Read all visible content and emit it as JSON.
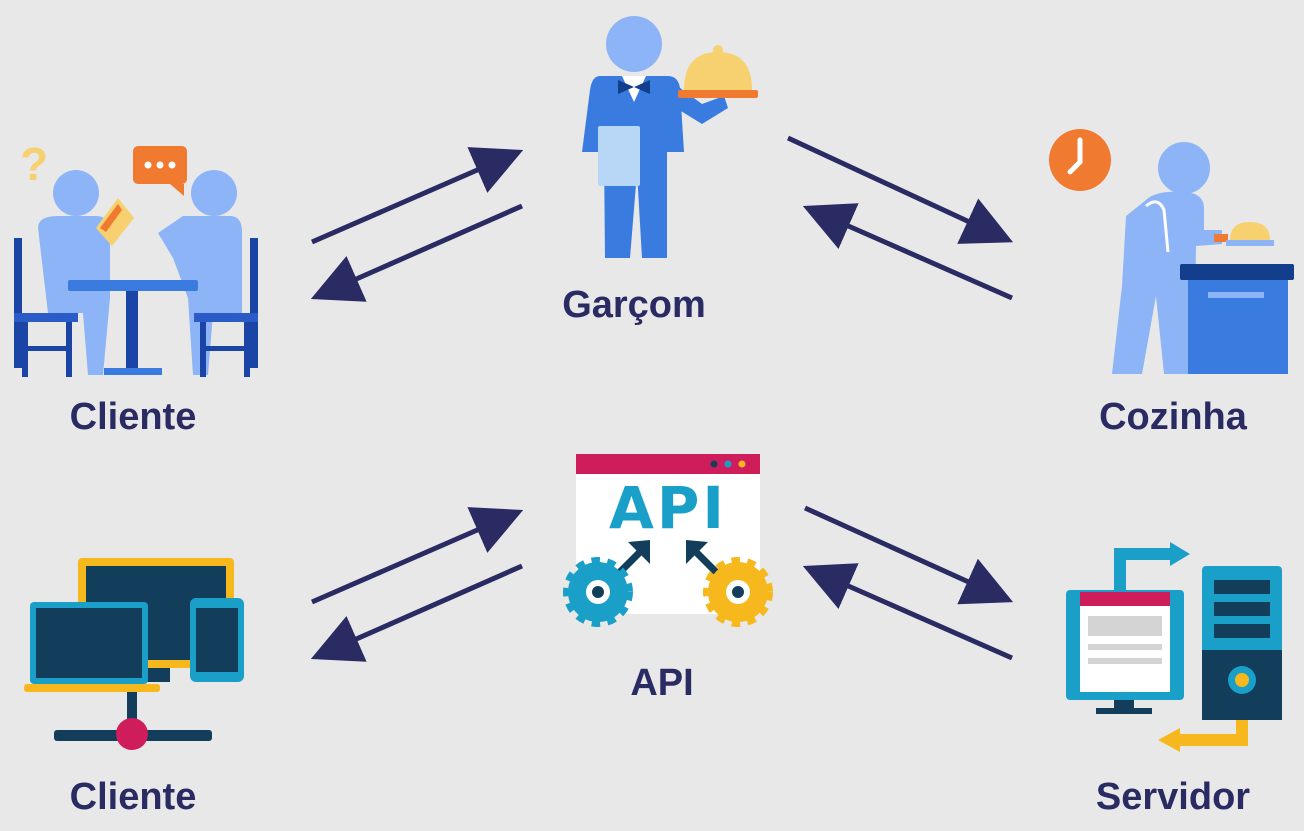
{
  "top_row": {
    "left": {
      "label": "Cliente",
      "icon": "diners-at-table-icon"
    },
    "center": {
      "label": "Garçom",
      "icon": "waiter-icon"
    },
    "right": {
      "label": "Cozinha",
      "icon": "cook-icon"
    }
  },
  "bottom_row": {
    "left": {
      "label": "Cliente",
      "icon": "client-devices-icon"
    },
    "center": {
      "label": "API",
      "icon": "api-window-icon",
      "window_text": "API"
    },
    "right": {
      "label": "Servidor",
      "icon": "server-icon"
    }
  },
  "colors": {
    "background": "#e8e8e8",
    "arrow": "#2a2b63",
    "label": "#2a2b63",
    "person_light": "#8db4f7",
    "person_blue": "#3a7be0",
    "accent_orange": "#ef7a30",
    "accent_yellow": "#f7d16f",
    "device_teal": "#1aa0c8",
    "device_navy": "#123e5c",
    "device_yellow": "#f6b81c",
    "api_red": "#cf1c5a"
  }
}
